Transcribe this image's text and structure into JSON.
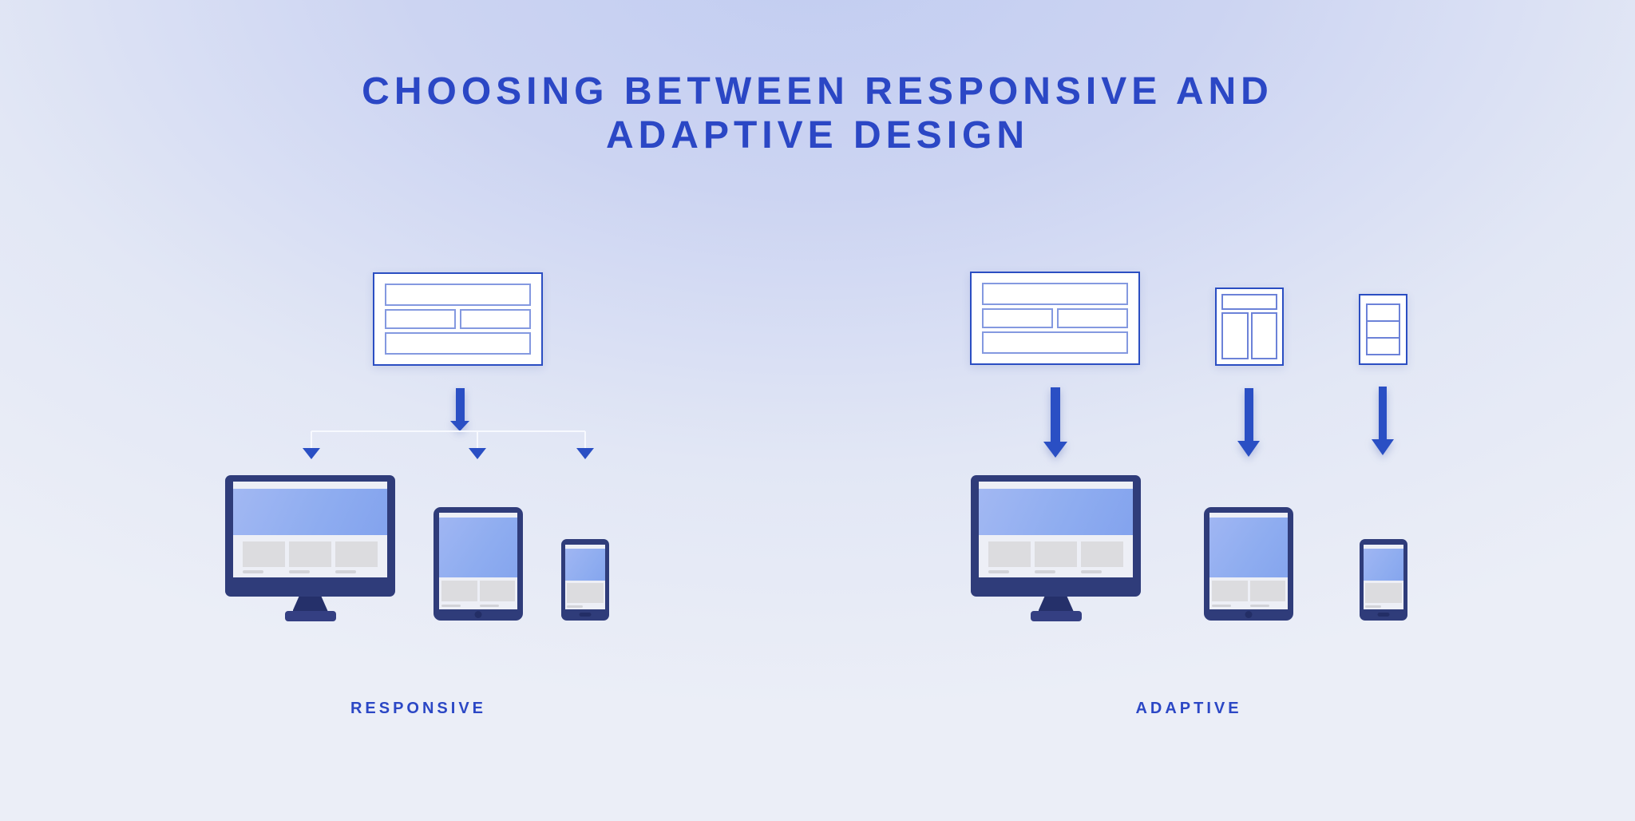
{
  "title": {
    "line1": "CHOOSING BETWEEN RESPONSIVE AND",
    "line2": "ADAPTIVE DESIGN"
  },
  "responsive": {
    "label": "RESPONSIVE",
    "source_layout_icon": "desktop-wireframe-icon",
    "device_icons": [
      "desktop-monitor-icon",
      "tablet-icon",
      "phone-icon"
    ]
  },
  "adaptive": {
    "label": "ADAPTIVE",
    "layout_icons": [
      "desktop-wireframe-icon",
      "tablet-wireframe-icon",
      "phone-wireframe-icon"
    ],
    "device_icons": [
      "desktop-monitor-icon",
      "tablet-icon",
      "phone-icon"
    ]
  },
  "colors": {
    "title_blue": "#2b47c5",
    "arrow_blue": "#2a4fc4",
    "wireframe_border": "#2b4ec2",
    "wireframe_inner_border": "#8499e0",
    "wf_small_border": "#6c82d8",
    "device_navy": "#2f3c7a",
    "stand_navy": "#25306a",
    "base_navy": "#343f82",
    "hero_blue": "#8fadf0",
    "screen_light": "#edeff6",
    "card_gray": "#dcdcdf",
    "card_line": "#d2d3d8",
    "home_button": "#232e66",
    "connector_white": "#f7f9fe",
    "bg_top": "#c2cdf1",
    "bg_bottom": "#ebeef7"
  }
}
